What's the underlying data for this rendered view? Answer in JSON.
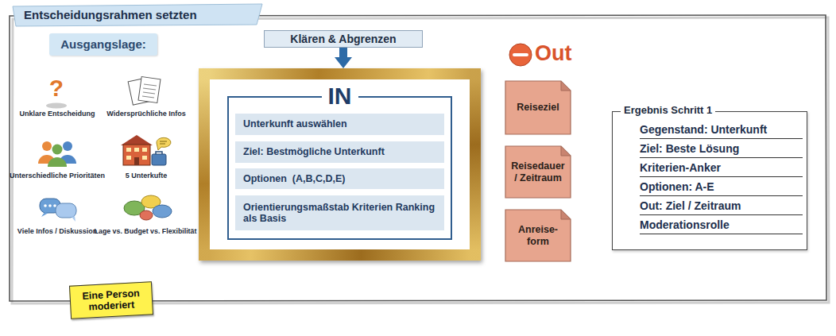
{
  "diagram": {
    "title": "Entscheidungsrahmen setzten",
    "nodes": [
      {
        "text": [
          "Ausgangslage:"
        ]
      },
      {
        "text": [
          "Klären & Abgrenzen"
        ]
      },
      {
        "text": [
          "IN"
        ]
      },
      {
        "text": [
          "Unterkunft auswählen"
        ],
        "in": 2
      },
      {
        "text": [
          "Ziel: Bestmögliche Unterkunft"
        ],
        "in": 2
      },
      {
        "text": [
          "Optionen  (A,B,C,D,E)"
        ],
        "in": 2
      },
      {
        "text": [
          "Orientierungsmaßstab Kriterien Ranking als Basis"
        ],
        "in": 2
      },
      {
        "text": [
          "Reiseziel"
        ]
      },
      {
        "text": [
          "Reisedauer / Zeitraum"
        ]
      },
      {
        "text": [
          "Anreise- form"
        ]
      },
      {
        "text": [
          "Ergebnis Schritt 1"
        ]
      },
      {
        "text": [
          "Gegenstand: Unterkunft"
        ],
        "in": 10
      },
      {
        "text": [
          "Ziel: Beste Lösung"
        ],
        "in": 10
      },
      {
        "text": [
          "Kriterien-Anker"
        ],
        "in": 10
      },
      {
        "text": [
          "Optionen: A-E"
        ],
        "in": 10
      },
      {
        "text": [
          "Out: Ziel / Zeitraum"
        ],
        "in": 10
      },
      {
        "text": [
          "Moderationsrolle"
        ],
        "in": 10
      },
      {
        "text": [
          "Eine Person moderiert"
        ]
      }
    ],
    "edges": [
      {
        "from": 1,
        "to": 2,
        "arrow": "to"
      }
    ],
    "labels": [
      "?",
      "Unklare Entscheidung",
      "Widersprüchliche Infos",
      "Unterschiedliche Prioritäten",
      "5 Unterkufte",
      "Viele Infos / Diskussion",
      "Lage vs. Budget vs. Flexibilität",
      "Out"
    ]
  }
}
